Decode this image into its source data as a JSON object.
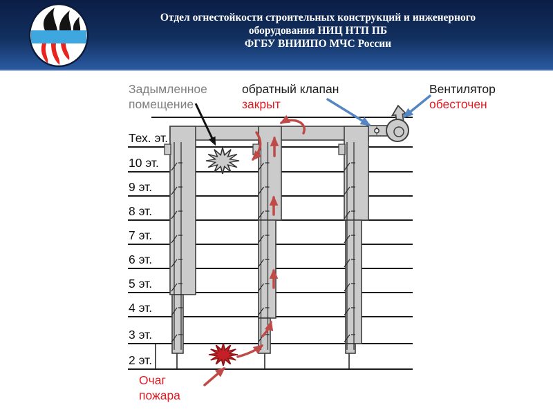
{
  "header": {
    "title_lines": [
      "Отдел огнестойкости строительных конструкций и инженерного",
      "оборудования НИЦ НТП ПБ",
      "ФГБУ ВНИИПО МЧС России"
    ]
  },
  "annotations": {
    "smoky_room": {
      "line1": "Задымленное",
      "line2": "помещение"
    },
    "check_valve": {
      "line1": "обратный клапан",
      "line2": "закрыт"
    },
    "fan": {
      "line1": "Вентилятор",
      "line2": "обесточен"
    },
    "fire_source": {
      "line1": "Очаг",
      "line2": "пожара"
    }
  },
  "floors": {
    "labels": [
      "Тех. эт.",
      "10 эт.",
      "9 эт.",
      "8 эт.",
      "7 эт.",
      "6 эт.",
      "5 эт.",
      "4 эт.",
      "3 эт.",
      "2 эт."
    ]
  },
  "icons": {
    "fan": "roof-fan-volute",
    "fan_exhaust": "hollow-up-arrow",
    "check_valve": "circle-on-duct",
    "smoke": "gray-starburst",
    "fire": "red-starburst",
    "smoke_flow": "red-arrows-up-shaft",
    "backflow": "red-u-turn-arrow",
    "pointers": "blue-and-black-leader-arrows"
  },
  "colors": {
    "slide_bg": "#ffffff",
    "header_top": "#0b1d45",
    "header_bottom": "#2a5aa2",
    "label_gray": "#7f7f7f",
    "label_black": "#1a1a1a",
    "label_red": "#e21b23",
    "arrow_red": "#be4b48",
    "arrow_blue": "#5585c2",
    "shaft_fill": "#cbcbcb",
    "shaft_stroke": "#3f3f3f",
    "fire_fill": "#c32127",
    "fire_stroke": "#8f1418",
    "logo_blue": "#3ea7e0",
    "logo_red": "#e8241f"
  }
}
